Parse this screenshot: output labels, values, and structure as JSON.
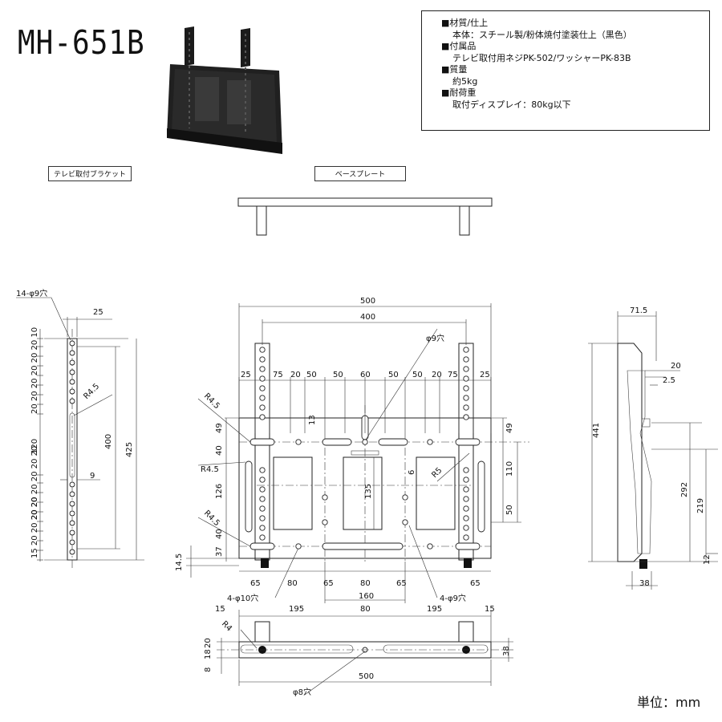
{
  "model": "MH-651B",
  "spec": {
    "lines": [
      {
        "kind": "h",
        "text": "■材質/仕上"
      },
      {
        "kind": "v",
        "text": "本体：スチール製/粉体焼付塗装仕上（黒色）"
      },
      {
        "kind": "h",
        "text": "■付属品"
      },
      {
        "kind": "v",
        "text": "テレビ取付用ネジPK-502/ワッシャーPK-83B"
      },
      {
        "kind": "h",
        "text": "■質量"
      },
      {
        "kind": "v",
        "text": "約5kg"
      },
      {
        "kind": "h",
        "text": "■耐荷重"
      },
      {
        "kind": "v",
        "text": "取付ディスプレイ：80kg以下"
      }
    ]
  },
  "labels": {
    "tv_bracket": "テレビ取付ブラケット",
    "base_plate": "ベースプレート",
    "unit": "単位：mm"
  },
  "dims": {
    "left_holes": "14-φ9穴",
    "left_25": "25",
    "left_r45": "R4.5",
    "left_9": "9",
    "left_400": "400",
    "left_425": "425",
    "left_120": "120",
    "left_stack_top": "20 20 20 20 20 20 10",
    "left_stack_mid": "20 20 20 20",
    "left_stack_bot1": "20 20 20 20 20 20",
    "left_stack_bot2": "15 20 20 20 20",
    "top_500": "500",
    "top_400": "400",
    "phi9": "φ9穴",
    "row25a": "25",
    "row75a": "75",
    "row20a": "20",
    "row50a": "50",
    "row50b": "50",
    "row60": "60",
    "row50c": "50",
    "row50d": "50",
    "row20b": "20",
    "row75b": "75",
    "row25b": "25",
    "r45a": "R4.5",
    "r45b": "R4.5",
    "r45c": "R4.5",
    "v49": "49",
    "v40a": "40",
    "v126": "126",
    "v40b": "40",
    "v37": "37",
    "v145": "14.5",
    "v13": "13",
    "v135": "135",
    "v6": "6",
    "r5": "R5",
    "v49r": "49",
    "v110": "110",
    "v50r": "50",
    "b65a": "65",
    "b80a": "80",
    "b65b": "65",
    "b80b": "80",
    "b65c": "65",
    "b65d": "65",
    "holes10": "4-φ10穴",
    "b160": "160",
    "holes9": "4-φ9穴",
    "side_715": "71.5",
    "side_20": "20",
    "side_25": "2.5",
    "side_441": "441",
    "side_292": "292",
    "side_219": "219",
    "side_12": "12",
    "side_38": "38",
    "bot_15a": "15",
    "bot_195a": "195",
    "bot_80": "80",
    "bot_195b": "195",
    "bot_15b": "15",
    "bot_r4": "R4",
    "bot_18": "18",
    "bot_20": "20",
    "bot_8": "8",
    "bot_38": "38",
    "bot_500": "500",
    "bot_phi8": "φ8穴"
  }
}
